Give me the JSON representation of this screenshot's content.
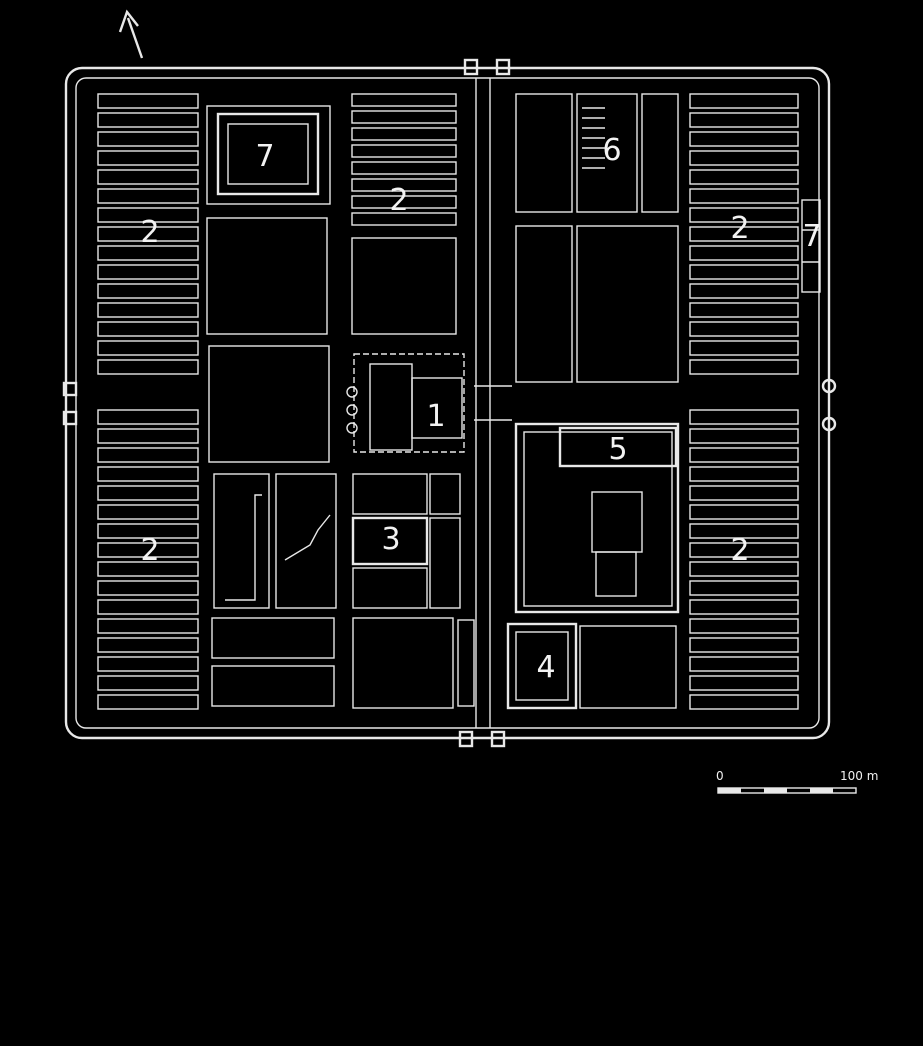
{
  "colors": {
    "background": "#000000",
    "line": "#e8e8e8"
  },
  "icons": {
    "north_arrow": "north-arrow-icon"
  },
  "labels": {
    "headquarters": "1",
    "barracks_nw": "2",
    "barracks_n_center": "2",
    "barracks_ne": "2",
    "barracks_sw": "2",
    "barracks_se": "2",
    "storehouse": "3",
    "workshop": "4",
    "commander_house": "5",
    "baths": "6",
    "building_7_north": "7",
    "building_7_east": "7"
  },
  "scale": {
    "start": "0",
    "end": "100 m"
  }
}
